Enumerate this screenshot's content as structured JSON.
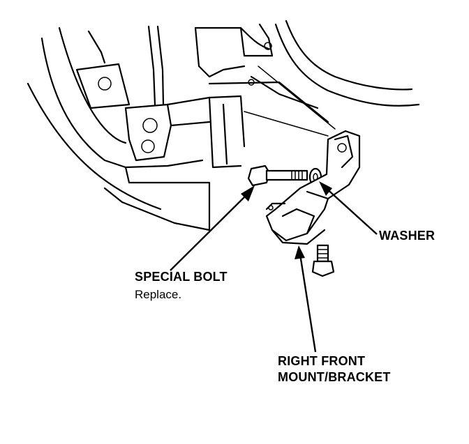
{
  "labels": {
    "washer": "WASHER",
    "special_bolt_title": "SPECIAL BOLT",
    "special_bolt_note": "Replace.",
    "mount_line1": "RIGHT FRONT",
    "mount_line2": "MOUNT/BRACKET"
  },
  "colors": {
    "ink": "#000000",
    "paper": "#ffffff"
  }
}
